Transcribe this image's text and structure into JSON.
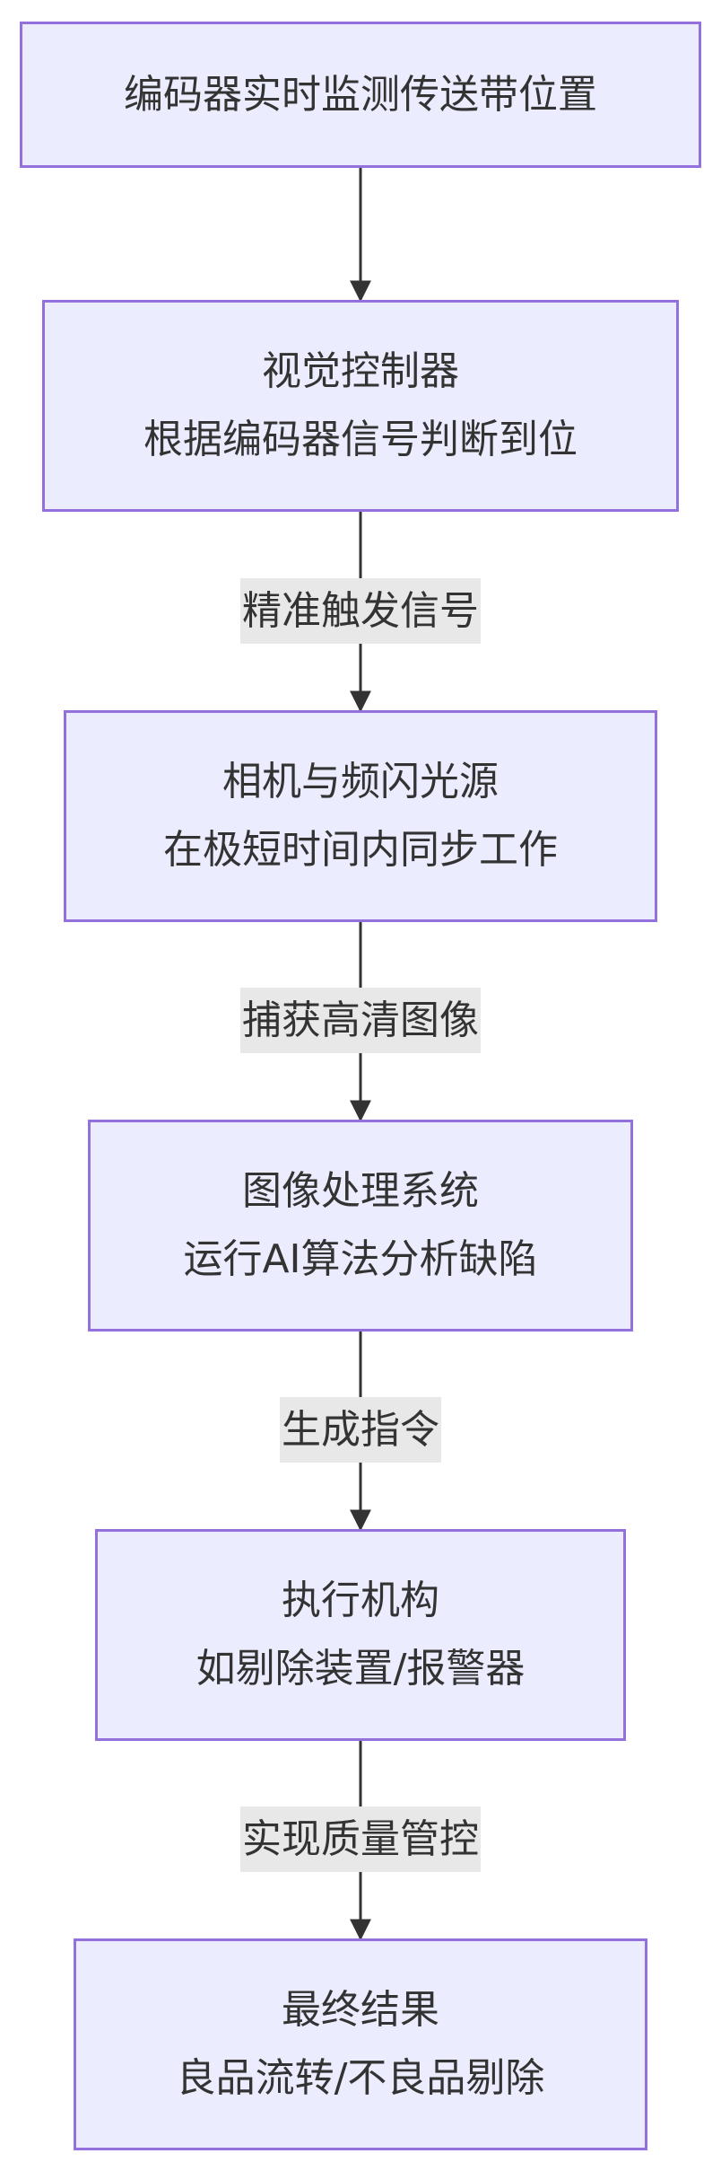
{
  "nodes": [
    {
      "id": "encoder",
      "lines": [
        "编码器实时监测传送带位置"
      ]
    },
    {
      "id": "vision-controller",
      "lines": [
        "视觉控制器",
        "根据编码器信号判断到位"
      ]
    },
    {
      "id": "camera-strobe",
      "lines": [
        "相机与频闪光源",
        "在极短时间内同步工作"
      ]
    },
    {
      "id": "image-processing",
      "lines": [
        "图像处理系统",
        "运行AI算法分析缺陷"
      ]
    },
    {
      "id": "actuator",
      "lines": [
        "执行机构",
        "如剔除装置/报警器"
      ]
    },
    {
      "id": "final-result",
      "lines": [
        "最终结果",
        "良品流转/不良品剔除"
      ]
    }
  ],
  "edges": [
    {
      "from": "encoder",
      "to": "vision-controller",
      "label": ""
    },
    {
      "from": "vision-controller",
      "to": "camera-strobe",
      "label": "精准触发信号"
    },
    {
      "from": "camera-strobe",
      "to": "image-processing",
      "label": "捕获高清图像"
    },
    {
      "from": "image-processing",
      "to": "actuator",
      "label": "生成指令"
    },
    {
      "from": "actuator",
      "to": "final-result",
      "label": "实现质量管控"
    }
  ],
  "colors": {
    "node_fill": "#ececff",
    "node_border": "#9370db",
    "text": "#333333",
    "edge": "#333333",
    "label_background": "#e8e8e8"
  }
}
